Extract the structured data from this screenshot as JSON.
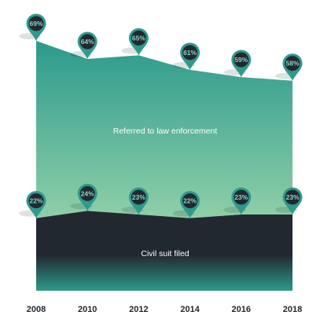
{
  "chart_data": {
    "type": "area",
    "x": [
      "2008",
      "2010",
      "2012",
      "2014",
      "2016",
      "2018"
    ],
    "series": [
      {
        "name": "Referred to law enforcement",
        "values": [
          69,
          64,
          65,
          61,
          59,
          58
        ],
        "labels": [
          "69%",
          "64%",
          "65%",
          "61%",
          "59%",
          "58%"
        ],
        "color_top": "#2c9a8c",
        "color_bottom": "#8fcfa8"
      },
      {
        "name": "Civil suit filed",
        "values": [
          22,
          24,
          23,
          22,
          23,
          23
        ],
        "labels": [
          "22%",
          "24%",
          "23%",
          "22%",
          "23%",
          "23%"
        ],
        "color_top": "#222830",
        "color_bottom": "#2e9a8c"
      }
    ],
    "ylim": [
      0,
      75
    ],
    "grid": false,
    "legend": "none",
    "marker_color": "#2e9a8c",
    "marker_inner": "#222830"
  }
}
